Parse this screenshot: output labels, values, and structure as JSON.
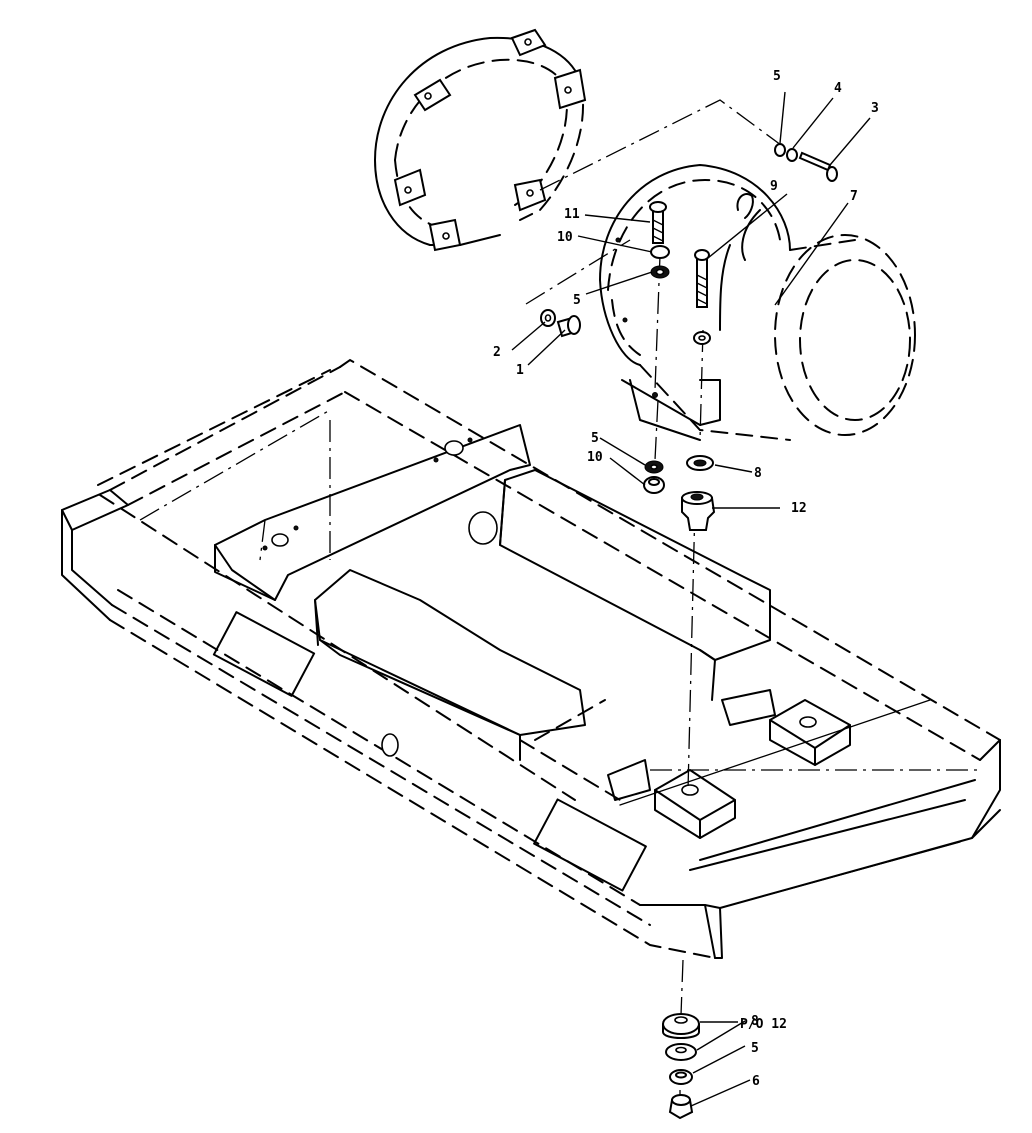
{
  "callouts": {
    "c1": "1",
    "c2": "2",
    "c3": "3",
    "c4": "4",
    "c5a": "5",
    "c5b": "5",
    "c5c": "5",
    "c5d": "5",
    "c6": "6",
    "c7": "7",
    "c8a": "8",
    "c8b": "8",
    "c9": "9",
    "c10a": "10",
    "c10b": "10",
    "c11": "11",
    "c12": "12",
    "po12": "P/O 12"
  }
}
